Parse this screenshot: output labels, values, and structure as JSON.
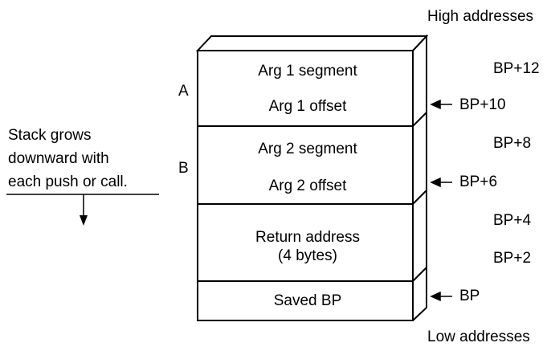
{
  "labels": {
    "high": "High addresses",
    "low": "Low addresses",
    "group_a": "A",
    "group_b": "B",
    "note_line1": "Stack grows",
    "note_line2": "downward with",
    "note_line3": "each push or call."
  },
  "cells": {
    "arg1_segment": "Arg 1 segment",
    "arg1_offset": "Arg 1 offset",
    "arg2_segment": "Arg 2 segment",
    "arg2_offset": "Arg 2 offset",
    "return_line1": "Return address",
    "return_line2": "(4 bytes)",
    "saved_bp": "Saved BP"
  },
  "offsets": {
    "bp12": "BP+12",
    "bp10": "BP+10",
    "bp8": "BP+8",
    "bp6": "BP+6",
    "bp4": "BP+4",
    "bp2": "BP+2",
    "bp": "BP"
  },
  "colors": {
    "line": "#000000",
    "background": "#ffffff"
  }
}
